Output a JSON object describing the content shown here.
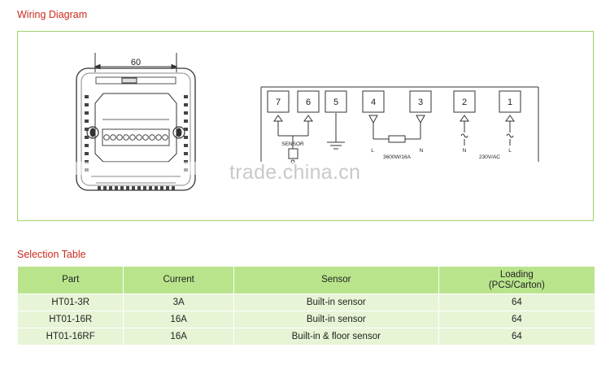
{
  "wiring": {
    "title": "Wiring Diagram",
    "dimension": "60",
    "terminals": [
      "7",
      "6",
      "5",
      "4",
      "3",
      "2",
      "1"
    ],
    "sensor_label": "SENSOR",
    "load_label": "3600W/16A",
    "l_label": "L",
    "n_label": "N",
    "n2_label": "N",
    "l2_label": "L",
    "supply_label": "230V/AC",
    "watermark": "trade.china.cn"
  },
  "selection": {
    "title": "Selection Table",
    "headers": [
      "Part",
      "Current",
      "Sensor",
      "Loading\n(PCS/Carton)"
    ],
    "rows": [
      [
        "HT01-3R",
        "3A",
        "Built-in sensor",
        "64"
      ],
      [
        "HT01-16R",
        "16A",
        "Built-in sensor",
        "64"
      ],
      [
        "HT01-16RF",
        "16A",
        "Built-in & floor sensor",
        "64"
      ]
    ]
  }
}
